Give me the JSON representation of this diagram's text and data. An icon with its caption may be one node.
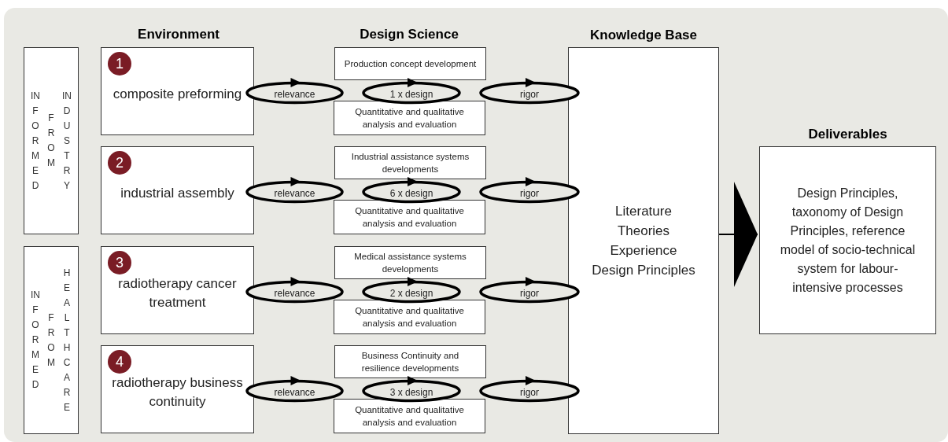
{
  "diagram": {
    "nodes": [
      {
        "text": [
          "INFORMED",
          "FROM",
          "INDUSTRY"
        ]
      },
      {
        "text": [
          "INFORMED",
          "FROM",
          "HEALTHCARE"
        ]
      },
      {
        "text": [
          "composite preforming"
        ]
      },
      {
        "text": [
          "1"
        ],
        "in": 2
      },
      {
        "text": [
          "Production concept development"
        ]
      },
      {
        "text": [
          "relevance"
        ]
      },
      {
        "text": [
          "1 x design"
        ]
      },
      {
        "text": [
          "rigor"
        ]
      },
      {
        "text": [
          "Quantitative and qualitative analysis and evaluation"
        ]
      },
      {
        "text": [
          "industrial assembly"
        ]
      },
      {
        "text": [
          "2"
        ],
        "in": 9
      },
      {
        "text": [
          "Industrial assistance systems developments"
        ]
      },
      {
        "text": [
          "relevance"
        ]
      },
      {
        "text": [
          "6 x design"
        ]
      },
      {
        "text": [
          "rigor"
        ]
      },
      {
        "text": [
          "Quantitative and qualitative analysis and evaluation"
        ]
      },
      {
        "text": [
          "radiotherapy cancer treatment"
        ]
      },
      {
        "text": [
          "3"
        ],
        "in": 16
      },
      {
        "text": [
          "Medical assistance systems developments"
        ]
      },
      {
        "text": [
          "relevance"
        ]
      },
      {
        "text": [
          "2 x design"
        ]
      },
      {
        "text": [
          "rigor"
        ]
      },
      {
        "text": [
          "Quantitative and qualitative analysis and evaluation"
        ]
      },
      {
        "text": [
          "radiotherapy business continuity"
        ]
      },
      {
        "text": [
          "4"
        ],
        "in": 23
      },
      {
        "text": [
          "Business Continuity and resilience developments"
        ]
      },
      {
        "text": [
          "relevance"
        ]
      },
      {
        "text": [
          "3 x design"
        ]
      },
      {
        "text": [
          "rigor"
        ]
      },
      {
        "text": [
          "Quantitative and qualitative analysis and evaluation"
        ]
      },
      {
        "text": [
          "Knowledge Base",
          "Literature",
          "Theories",
          "Experience",
          "Design Principles"
        ]
      },
      {
        "text": [
          "Deliverables",
          "Design Principles, taxonomy of Design Principles, reference model of socio-technical system for labour-intensive processes"
        ]
      }
    ],
    "edges": [
      {
        "from": 30,
        "to": 31,
        "arrow": "to"
      }
    ],
    "labels": [
      "Environment",
      "Design Science"
    ]
  }
}
